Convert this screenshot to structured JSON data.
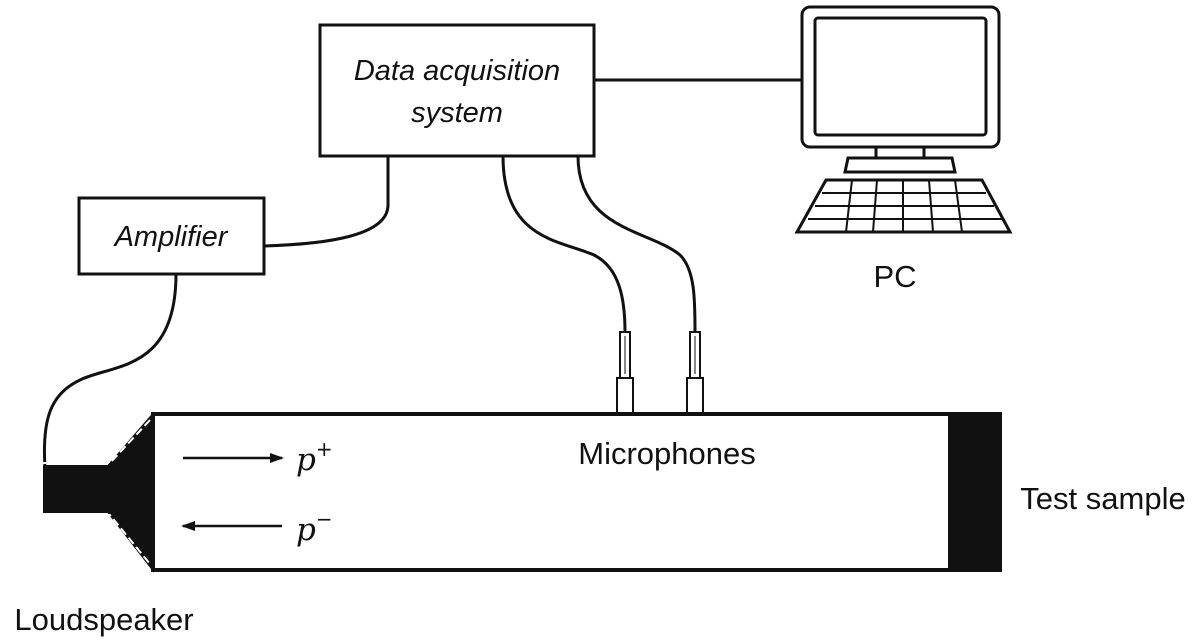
{
  "labels": {
    "daq_line1": "Data acquisition",
    "daq_line2": "system",
    "amplifier": "Amplifier",
    "pc": "PC",
    "microphones": "Microphones",
    "test_sample": "Test sample",
    "loudspeaker": "Loudspeaker",
    "wave_incident": "p",
    "wave_incident_sign": "+",
    "wave_reflected": "p",
    "wave_reflected_sign": "−"
  },
  "icons": {
    "pc": "desktop-computer-icon",
    "microphone": "microphone-icon",
    "loudspeaker": "loudspeaker-icon"
  },
  "colors": {
    "line": "#111111",
    "fill_dark": "#111111",
    "background": "#ffffff"
  }
}
